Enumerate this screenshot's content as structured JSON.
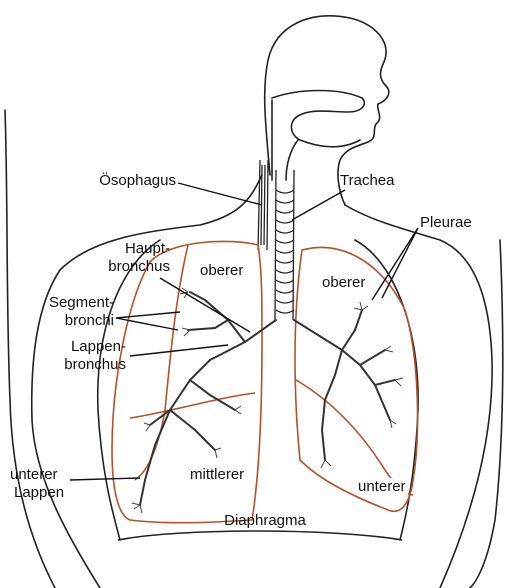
{
  "labels": {
    "oesophagus": "Ösophagus",
    "trachea": "Trachea",
    "pleurae": "Pleurae",
    "hauptbronchus_1": "Haupt-",
    "hauptbronchus_2": "bronchus",
    "segmentbronchi_1": "Segment-",
    "segmentbronchi_2": "bronchi",
    "lappenbronchus_1": "Lappen-",
    "lappenbronchus_2": "bronchus",
    "unterer_lappen_1": "unterer",
    "unterer_lappen_2": "Lappen",
    "diaphragma": "Diaphragma",
    "right_upper_lobe": "oberer",
    "right_middle_lobe": "mittlerer",
    "left_upper_lobe": "oberer",
    "left_lower_lobe": "unterer"
  },
  "colors": {
    "outline": "#222222",
    "lung_outline": "#b5502a",
    "bronchi": "#333333"
  }
}
